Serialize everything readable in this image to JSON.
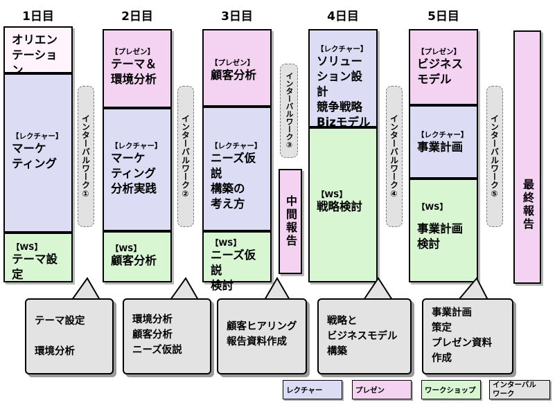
{
  "days": [
    "1日目",
    "2日目",
    "3日目",
    "4日目",
    "5日目"
  ],
  "blocks": {
    "d1_orient": "オリエン\nテーション",
    "d1_lecture_tag": "【レクチャー】",
    "d1_lecture": "マーケ\nティング",
    "d1_ws_tag": "【WS】",
    "d1_ws": "テーマ設定",
    "d2_pres_tag": "【プレゼン】",
    "d2_pres": "テーマ＆\n環境分析",
    "d2_lecture_tag": "【レクチャー】",
    "d2_lecture": "マーケ\nティング\n分析実践",
    "d2_ws_tag": "【WS】",
    "d2_ws": "顧客分析",
    "d3_pres_tag": "【プレゼン】",
    "d3_pres": "顧客分析",
    "d3_lecture_tag": "【レクチャー】",
    "d3_lecture": "ニーズ仮説\n構築の\n考え方",
    "d3_ws_tag": "【WS】",
    "d3_ws": "ニーズ仮説\n検討",
    "d4_lecture_tag": "【レクチャー】",
    "d4_lecture": "ソリュー\nション設計\n競争戦略\nBizモデル",
    "d4_ws_tag": "【WS】",
    "d4_ws": "戦略検討",
    "d5_pres_tag": "【プレゼン】",
    "d5_pres": "ビジネス\nモデル",
    "d5_lecture_tag": "【レクチャー】",
    "d5_lecture": "事業計画",
    "d5_ws_tag": "【WS】",
    "d5_ws": "事業計画\n検討"
  },
  "intervals": [
    "インターバルワーク①",
    "インターバルワーク②",
    "インターバルワーク③",
    "インターバルワーク④",
    "インターバルワーク⑤"
  ],
  "midterm": "中間報告",
  "final": "最終報告",
  "callouts": [
    "テーマ設定\n\n環境分析",
    "環境分析\n顧客分析\nニーズ仮説",
    "顧客ヒアリング\n報告資料作成",
    "戦略と\nビジネスモデル\n構築",
    "事業計画\n策定\nプレゼン資料\n作成"
  ],
  "legend": [
    "レクチャー",
    "プレゼン",
    "ワークショップ",
    "インターバル\nワーク"
  ],
  "colors": {
    "lecture": "#dcdcf4",
    "presentation": "#f4d2f2",
    "workshop": "#d8f6d2",
    "interval": "#e2e2e2"
  }
}
